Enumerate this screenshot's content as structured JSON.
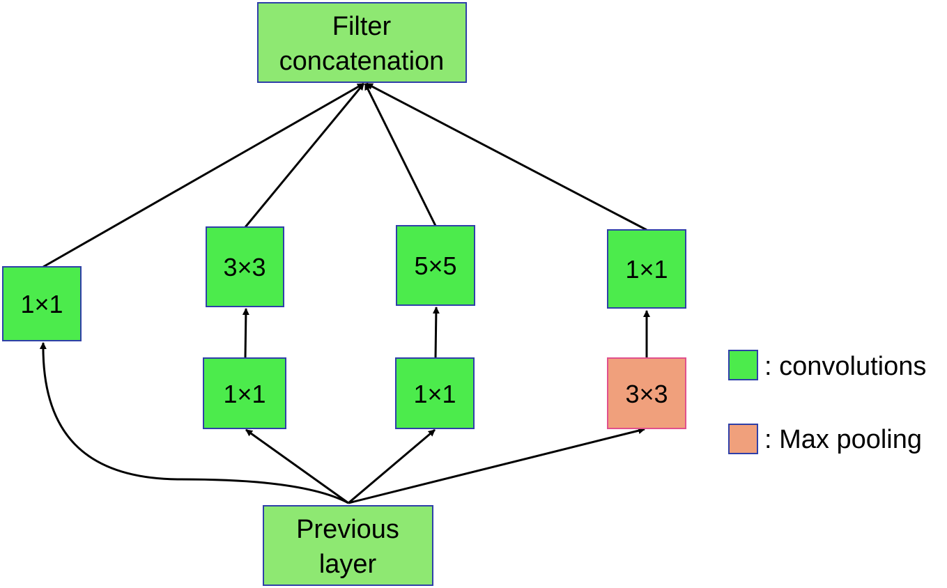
{
  "colors": {
    "conv_fill": "#4CEB4C",
    "conv_stroke": "#2E3FA8",
    "io_fill": "#8EE872",
    "pool_fill": "#F0A07C",
    "pool_stroke": "#E0508C",
    "arrow": "#000000"
  },
  "top": {
    "line1": "Filter",
    "line2": "concatenation"
  },
  "bottom": {
    "line1": "Previous",
    "line2": "layer"
  },
  "branch1": {
    "conv": "1×1"
  },
  "branch2": {
    "upper": "3×3",
    "lower": "1×1"
  },
  "branch3": {
    "upper": "5×5",
    "lower": "1×1"
  },
  "branch4": {
    "upper": "1×1",
    "pool": "3×3"
  },
  "legend": {
    "convolutions": ": convolutions",
    "max_pooling": ": Max pooling"
  }
}
